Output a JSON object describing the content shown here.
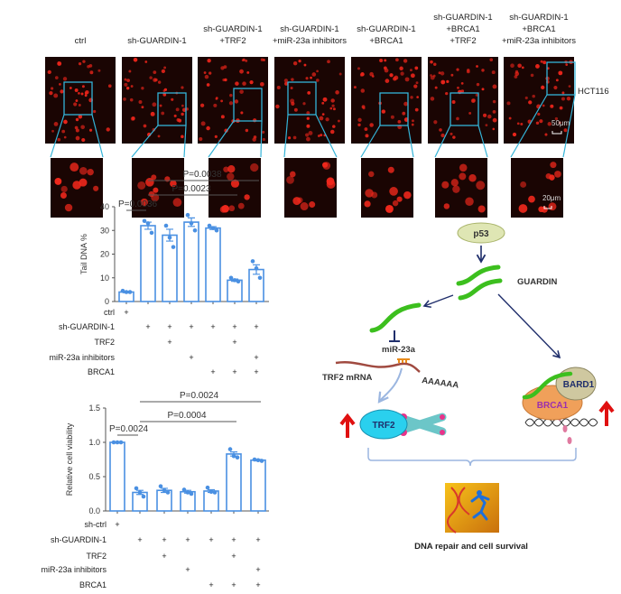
{
  "micrographs": {
    "cell_line": "HCT116",
    "scale_bar_low": "50μm",
    "scale_bar_high": "20μm",
    "panels": [
      {
        "label_lines": [
          "ctrl"
        ]
      },
      {
        "label_lines": [
          "sh-GUARDIN-1"
        ]
      },
      {
        "label_lines": [
          "sh-GUARDIN-1",
          "+TRF2"
        ]
      },
      {
        "label_lines": [
          "sh-GUARDIN-1",
          "+miR-23a inhibitors"
        ]
      },
      {
        "label_lines": [
          "sh-GUARDIN-1",
          "+BRCA1"
        ]
      },
      {
        "label_lines": [
          "sh-GUARDIN-1",
          "+BRCA1",
          "+TRF2"
        ]
      },
      {
        "label_lines": [
          "sh-GUARDIN-1",
          "+BRCA1",
          "+miR-23a inhibitors"
        ]
      }
    ]
  },
  "chart_data": [
    {
      "type": "bar",
      "title": "",
      "ylabel": "Tail DNA %",
      "ylim": [
        0,
        40
      ],
      "yticks": [
        0,
        10,
        20,
        30,
        40
      ],
      "bar_color": "#4a90e2",
      "values": [
        4,
        32,
        28,
        33.5,
        31,
        9,
        13.5
      ],
      "errors": [
        0.3,
        1.5,
        2.5,
        1.8,
        0.6,
        0.5,
        2.0
      ],
      "points": [
        [
          4.5,
          4,
          4
        ],
        [
          34,
          33,
          29
        ],
        [
          32,
          27,
          23
        ],
        [
          36.5,
          33,
          30
        ],
        [
          32,
          31,
          30
        ],
        [
          10,
          9,
          8.5
        ],
        [
          17,
          14,
          10
        ]
      ],
      "conditions": [
        {
          "label": "ctrl",
          "marks": [
            1,
            0,
            0,
            0,
            0,
            0,
            0
          ]
        },
        {
          "label": "sh-GUARDIN-1",
          "marks": [
            0,
            1,
            1,
            1,
            1,
            1,
            1
          ]
        },
        {
          "label": "TRF2",
          "marks": [
            0,
            0,
            1,
            0,
            0,
            1,
            0
          ]
        },
        {
          "label": "miR-23a inhibitors",
          "marks": [
            0,
            0,
            0,
            1,
            0,
            0,
            1
          ]
        },
        {
          "label": "BRCA1",
          "marks": [
            0,
            0,
            0,
            0,
            1,
            1,
            1
          ]
        }
      ],
      "mark_symbol": "+",
      "significance": [
        {
          "text": "P=0.0036",
          "from": 0,
          "to": 1
        },
        {
          "text": "P=0.0023",
          "from": 1,
          "to": 5
        },
        {
          "text": "P=0.0038",
          "from": 1,
          "to": 6
        }
      ]
    },
    {
      "type": "bar",
      "title": "",
      "ylabel": "Relative cell viability",
      "ylim": [
        0,
        1.5
      ],
      "yticks": [
        "0.0",
        "0.5",
        "1.0",
        "1.5"
      ],
      "bar_color": "#4a90e2",
      "values": [
        1.0,
        0.27,
        0.3,
        0.28,
        0.29,
        0.83,
        0.74
      ],
      "errors": [
        0.005,
        0.03,
        0.03,
        0.02,
        0.02,
        0.03,
        0.01
      ],
      "points": [
        [
          1,
          1,
          1
        ],
        [
          0.33,
          0.27,
          0.21
        ],
        [
          0.36,
          0.3,
          0.27
        ],
        [
          0.31,
          0.27,
          0.25
        ],
        [
          0.34,
          0.28,
          0.27
        ],
        [
          0.9,
          0.8,
          0.78
        ],
        [
          0.75,
          0.74,
          0.73
        ]
      ],
      "conditions": [
        {
          "label": "sh-ctrl",
          "marks": [
            1,
            0,
            0,
            0,
            0,
            0,
            0
          ]
        },
        {
          "label": "sh-GUARDIN-1",
          "marks": [
            0,
            1,
            1,
            1,
            1,
            1,
            1
          ]
        },
        {
          "label": "TRF2",
          "marks": [
            0,
            0,
            1,
            0,
            0,
            1,
            0
          ]
        },
        {
          "label": "miR-23a inhibitors",
          "marks": [
            0,
            0,
            0,
            1,
            0,
            0,
            1
          ]
        },
        {
          "label": "BRCA1",
          "marks": [
            0,
            0,
            0,
            0,
            1,
            1,
            1
          ]
        }
      ],
      "mark_symbol": "+",
      "significance": [
        {
          "text": "P=0.0024",
          "from": 0,
          "to": 1
        },
        {
          "text": "P=0.0004",
          "from": 1,
          "to": 5
        },
        {
          "text": "P=0.0024",
          "from": 1,
          "to": 6
        }
      ]
    }
  ],
  "diagram": {
    "p53": "p53",
    "guardin": "GUARDIN",
    "mir23a": "miR-23a",
    "trf2_mrna": "TRF2 mRNA",
    "polya": "AAAAAA",
    "trf2": "TRF2",
    "bard1": "BARD1",
    "brca1": "BRCA1",
    "outcome": "DNA repair and cell survival"
  }
}
